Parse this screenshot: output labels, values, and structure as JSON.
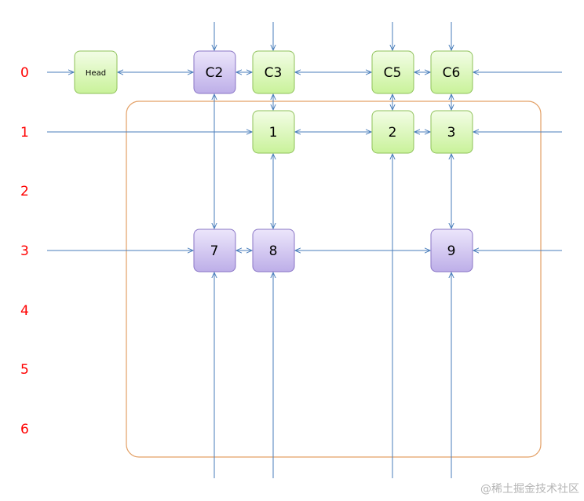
{
  "row_labels": [
    "0",
    "1",
    "2",
    "3",
    "4",
    "5",
    "6"
  ],
  "nodes": {
    "head": {
      "label": "Head",
      "color": "green"
    },
    "c2": {
      "label": "C2",
      "color": "purple"
    },
    "c3": {
      "label": "C3",
      "color": "green"
    },
    "c5": {
      "label": "C5",
      "color": "green"
    },
    "c6": {
      "label": "C6",
      "color": "green"
    },
    "n1": {
      "label": "1",
      "color": "green"
    },
    "n2": {
      "label": "2",
      "color": "green"
    },
    "n3": {
      "label": "3",
      "color": "green"
    },
    "n7": {
      "label": "7",
      "color": "purple"
    },
    "n8": {
      "label": "8",
      "color": "purple"
    },
    "n9": {
      "label": "9",
      "color": "purple"
    }
  },
  "colors": {
    "row_label": "#ff0000",
    "line": "#4a7ebb",
    "green_fill_top": "#f3fde6",
    "green_fill_bottom": "#c9f29a",
    "green_stroke": "#8fc25a",
    "purple_fill_top": "#ece6fb",
    "purple_fill_bottom": "#bdaee8",
    "purple_stroke": "#8a76c6",
    "region_stroke": "#e3a066"
  },
  "watermark": "@稀土掘金技术社区"
}
